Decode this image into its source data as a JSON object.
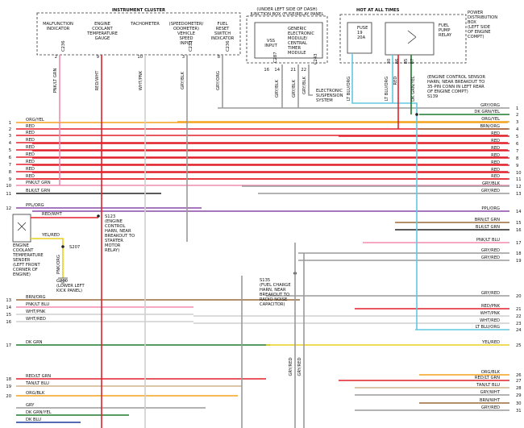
{
  "diagram": {
    "header": {
      "instrument_cluster": "INSTRUMENT CLUSTER",
      "junction_box": "(UNDER LEFT SIDE OF DASH)",
      "junction_box2": "JUNCTION BOX (FUSE/RELAY PANEL",
      "hot_at_all_times": "HOT AT ALL TIMES",
      "pdb": [
        "POWER",
        "DISTRIBUTION",
        "BOX",
        "(LEFT SIDE",
        "OF ENGINE",
        "COMPT)"
      ]
    },
    "cluster_items": [
      {
        "lines": [
          "MALFUNCTION",
          "INDICATOR"
        ]
      },
      {
        "lines": [
          "ENGINE",
          "COOLANT",
          "TEMPERATURE",
          "GAUGE"
        ]
      },
      {
        "lines": [
          "TACHOMETER"
        ]
      },
      {
        "lines": [
          "(SPEEDOMETER/",
          "ODOMETER)",
          "VEHICLE",
          "SPEED",
          "INPUT"
        ]
      },
      {
        "lines": [
          "FUEL",
          "RESET",
          "SWITCH",
          "INDICATOR"
        ]
      }
    ],
    "cluster_conn_labels": [
      "C236",
      "C237",
      "C236"
    ],
    "cluster_pins": [
      "2",
      "9",
      "10",
      "3",
      "8"
    ],
    "cluster_wire_labels": [
      "PNK/LT GRN",
      "RED/WHT",
      "WHT/PNK",
      "GRY/BLK",
      "GRY/ORG"
    ],
    "gem": {
      "lines": [
        "GENERIC",
        "ELECTRONIC",
        "MODULE/",
        "CENTRAL",
        "TIMER",
        "MODULE"
      ],
      "vss_input": [
        "VSS",
        "INPUT"
      ],
      "conn": [
        "C287",
        "C243"
      ],
      "pins": [
        "16",
        "14",
        "21",
        "22"
      ],
      "wire_labels": [
        "GRY/BLK",
        "GRY/BLK",
        "GRY/BLK",
        "GRY/BLK"
      ]
    },
    "fuse": {
      "lines": [
        "FUSE",
        "19",
        "20A"
      ]
    },
    "fuel_pump_relay": [
      "FUEL",
      "PUMP",
      "RELAY"
    ],
    "pdb_pins": [
      "30",
      "86",
      "85",
      "87"
    ],
    "pdb_wire_labels": [
      "LT BLU/ORG",
      "LT BLU/ORG",
      "RED",
      "DK GRN/YEL"
    ],
    "ecs_note": [
      "(ENGINE CONTROL SENSOR",
      "HARN, NEAR BREAKOUT TO",
      "35-PIN CONN IN LEFT REAR",
      "OF ENGINE COMPT)",
      "S139"
    ],
    "esp_note": [
      "ELECTRONIC",
      "SUSPENSION",
      "SYSTEM"
    ],
    "left_wires": [
      {
        "num": "1",
        "label": "ORG/YEL"
      },
      {
        "num": "2",
        "label": "RED"
      },
      {
        "num": "3",
        "label": "RED"
      },
      {
        "num": "4",
        "label": "RED"
      },
      {
        "num": "5",
        "label": "RED"
      },
      {
        "num": "6",
        "label": "RED"
      },
      {
        "num": "7",
        "label": "RED"
      },
      {
        "num": "8",
        "label": "RED"
      },
      {
        "num": "9",
        "label": "RED"
      },
      {
        "num": "10",
        "label": "PNK/LT GRN"
      },
      {
        "num": "11",
        "label": "BLK/LT GRN"
      },
      {
        "num": "12",
        "label": "PPL/ORG"
      },
      {
        "num": "13",
        "label": "BRN/ORG"
      },
      {
        "num": "14",
        "label": "PNK/LT BLU"
      },
      {
        "num": "15",
        "label": "WHT/PNK"
      },
      {
        "num": "16",
        "label": "WHT/RED"
      },
      {
        "num": "17",
        "label": "DK GRN"
      },
      {
        "num": "18",
        "label": "RED/LT GRN"
      },
      {
        "num": "19",
        "label": "TAN/LT BLU"
      },
      {
        "num": "20",
        "label": "ORG/BLK"
      },
      {
        "num": "",
        "label": "GRY"
      },
      {
        "num": "",
        "label": "DK GRN/YEL"
      },
      {
        "num": "",
        "label": "DK BLU"
      }
    ],
    "right_wires": [
      {
        "num": "1",
        "label": "GRY/ORG"
      },
      {
        "num": "2",
        "label": "DK GRN/YEL"
      },
      {
        "num": "3",
        "label": "ORG/YEL"
      },
      {
        "num": "4",
        "label": "BRN/ORG"
      },
      {
        "num": "5",
        "label": "RED"
      },
      {
        "num": "6",
        "label": "RED"
      },
      {
        "num": "7",
        "label": "RED"
      },
      {
        "num": "8",
        "label": "RED"
      },
      {
        "num": "9",
        "label": "RED"
      },
      {
        "num": "10",
        "label": "RED"
      },
      {
        "num": "11",
        "label": "RED"
      },
      {
        "num": "12",
        "label": "GRY/BLK"
      },
      {
        "num": "13",
        "label": "GRY/RED"
      },
      {
        "num": "14",
        "label": "PPL/ORG"
      },
      {
        "num": "15",
        "label": "BRN/LT GRN"
      },
      {
        "num": "16",
        "label": "BLK/LT GRN"
      },
      {
        "num": "17",
        "label": "PNK/LT BLU"
      },
      {
        "num": "18",
        "label": "GRY/RED"
      },
      {
        "num": "19",
        "label": "GRY/RED"
      },
      {
        "num": "20",
        "label": "GRY/RED"
      },
      {
        "num": "21",
        "label": "RED/PNK"
      },
      {
        "num": "22",
        "label": "WHT/PNK"
      },
      {
        "num": "23",
        "label": "WHT/RED"
      },
      {
        "num": "24",
        "label": "LT BLU/ORG"
      },
      {
        "num": "25",
        "label": "YEL/RED"
      },
      {
        "num": "26",
        "label": "ORG/BLK"
      },
      {
        "num": "27",
        "label": "RED/LT GRN"
      },
      {
        "num": "28",
        "label": "TAN/LT BLU"
      },
      {
        "num": "29",
        "label": "GRY/WHT"
      },
      {
        "num": "30",
        "label": "BRN/WHT"
      },
      {
        "num": "31",
        "label": "GRY/RED"
      }
    ],
    "s123": [
      "S123",
      "(ENGINE",
      "CONTROL",
      "HARN, NEAR",
      "BREAKOUT TO",
      "STARTER",
      "MOTOR",
      "RELAY)"
    ],
    "s135": [
      "S135",
      "(FUEL CHARGE",
      "HARN, NEAR",
      "BREAKOUT TO",
      "RADIO NOISE",
      "CAPACITOR)"
    ],
    "sensor": [
      "ENGINE",
      "COOLANT",
      "TEMPERATURE",
      "SENDER",
      "(LEFT FRONT",
      "CORNER OF",
      "ENGINE)"
    ],
    "red_wht": "RED/WHT",
    "yel_red": "YEL/RED",
    "s207": "S207",
    "pnk_org": "PNK/ORG",
    "g200": [
      "G200",
      "(LOWER LEFT",
      "KICK PANEL)"
    ],
    "bottom_labels": [
      "GRY/RED",
      "GRY/RED"
    ]
  }
}
